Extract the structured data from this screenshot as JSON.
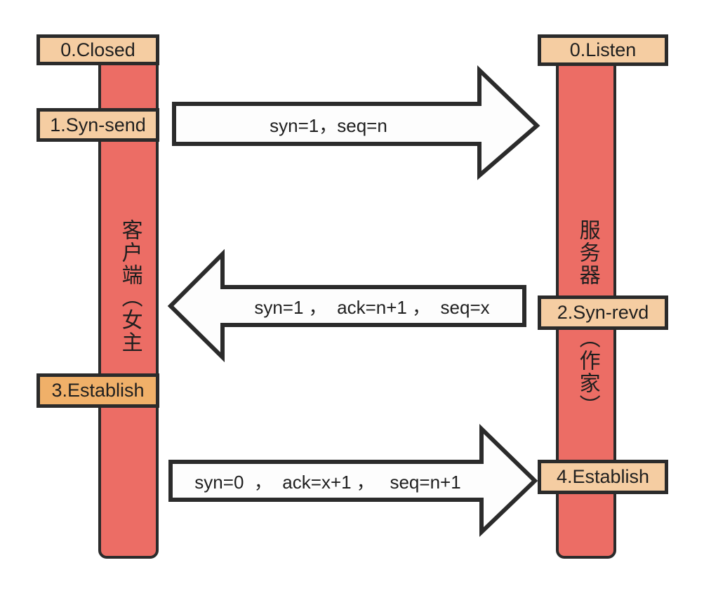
{
  "diagram": {
    "title": "TCP three-way handshake sequence diagram",
    "background": "#ffffff",
    "colors": {
      "lifeline_fill": "#ec6d65",
      "state_fill": "#f5cda2",
      "state_fill_accent": "#f0b069",
      "stroke": "#2b2b2b",
      "arrow_fill": "#fdfdfd",
      "arrow_stroke": "#2b2b2b",
      "text": "#1f1f1f"
    }
  },
  "lifelines": [
    {
      "id": "client",
      "caption": "客户端（女主",
      "role": "client"
    },
    {
      "id": "server",
      "caption_top": "服务器",
      "caption_bottom": "（作家）",
      "role": "server"
    }
  ],
  "states": {
    "client": [
      {
        "label": "0.Closed",
        "step": "0"
      },
      {
        "label": "1.Syn-send",
        "step": "1"
      },
      {
        "label": "3.Establish",
        "step": "3"
      }
    ],
    "server": [
      {
        "label": "0.Listen",
        "step": "0"
      },
      {
        "label": "2.Syn-revd",
        "step": "2"
      },
      {
        "label": "4.Establish",
        "step": "4"
      }
    ]
  },
  "messages": [
    {
      "id": "msg-1",
      "direction": "right",
      "from": "client",
      "to": "server",
      "text": "syn=1，seq=n"
    },
    {
      "id": "msg-2",
      "direction": "left",
      "from": "server",
      "to": "client",
      "text": "syn=1 ，  ack=n+1 ，  seq=x"
    },
    {
      "id": "msg-3",
      "direction": "right",
      "from": "client",
      "to": "server",
      "text": "syn=0  ，  ack=x+1 ，   seq=n+1"
    }
  ]
}
